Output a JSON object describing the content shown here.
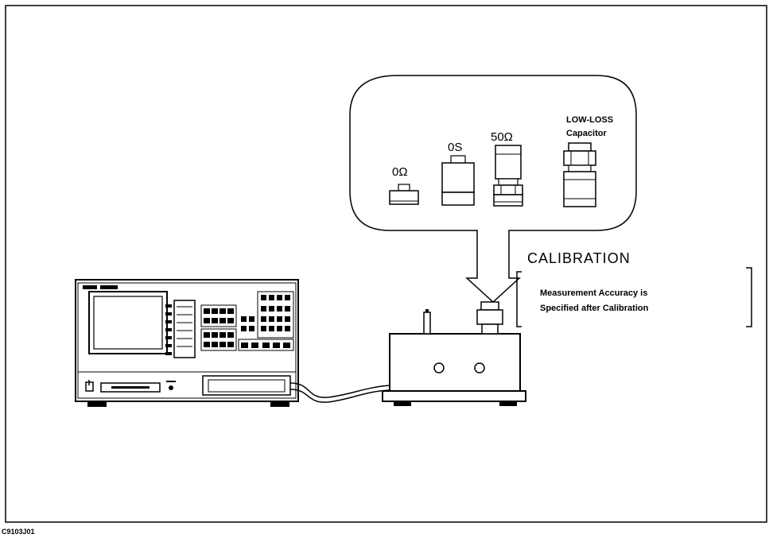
{
  "figure": {
    "figure_id": "C9103J01",
    "bubble_items": {
      "zero_ohm": "0Ω",
      "zero_s": "0S",
      "fifty_ohm": "50Ω",
      "low_loss_line1": "LOW-LOSS",
      "low_loss_line2": "Capacitor"
    },
    "calibration_label": "CALIBRATION",
    "note": {
      "line1": "Measurement Accuracy is",
      "line2": "Specified after Calibration"
    }
  }
}
